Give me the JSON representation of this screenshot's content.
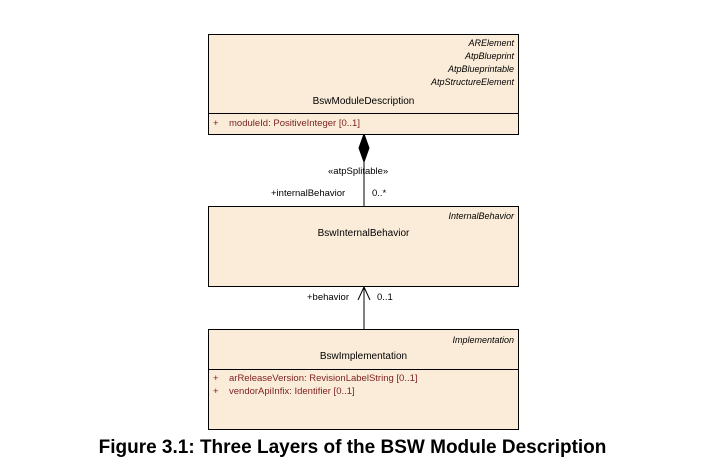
{
  "classes": {
    "module_description": {
      "stereotypes": [
        "ARElement",
        "AtpBlueprint",
        "AtpBlueprintable",
        "AtpStructureElement"
      ],
      "name": "BswModuleDescription",
      "attributes": [
        {
          "vis": "+",
          "text": "moduleId: PositiveInteger [0..1]"
        }
      ]
    },
    "internal_behavior": {
      "stereotypes": [
        "InternalBehavior"
      ],
      "name": "BswInternalBehavior"
    },
    "implementation": {
      "stereotypes": [
        "Implementation"
      ],
      "name": "BswImplementation",
      "attributes": [
        {
          "vis": "+",
          "text": "arReleaseVersion: RevisionLabelString [0..1]"
        },
        {
          "vis": "+",
          "text": "vendorApiInfix: Identifier [0..1]"
        }
      ]
    }
  },
  "associations": {
    "composition": {
      "stereotype": "«atpSplitable»",
      "role": "+internalBehavior",
      "multiplicity": "0..*"
    },
    "reference": {
      "role": "+behavior",
      "multiplicity": "0..1"
    }
  },
  "caption": "Figure 3.1: Three Layers of the BSW Module Description"
}
